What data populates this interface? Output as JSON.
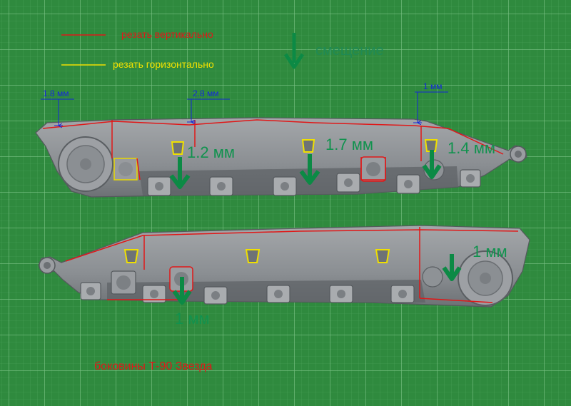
{
  "legend": {
    "cut_vertical": "резать вертикально",
    "cut_horizontal": "резать горизонтально",
    "shift": "смещение",
    "colors": {
      "vertical": "#e01818",
      "horizontal": "#f0e000",
      "shift": "#0c8a45"
    }
  },
  "top_part": {
    "dims": [
      "1.8 мм",
      "2.8 мм",
      "1 мм"
    ],
    "shifts": [
      "1.2 мм",
      "1.7 мм",
      "1.4 мм"
    ]
  },
  "bottom_part": {
    "shifts": [
      "1 мм",
      "1 мм"
    ]
  },
  "caption": "боковины Т-90 Звезда",
  "colors": {
    "mat": "#2f8a3e",
    "grid": "#62b56f",
    "plastic": "#8f9397",
    "dimension": "#1428d8"
  }
}
